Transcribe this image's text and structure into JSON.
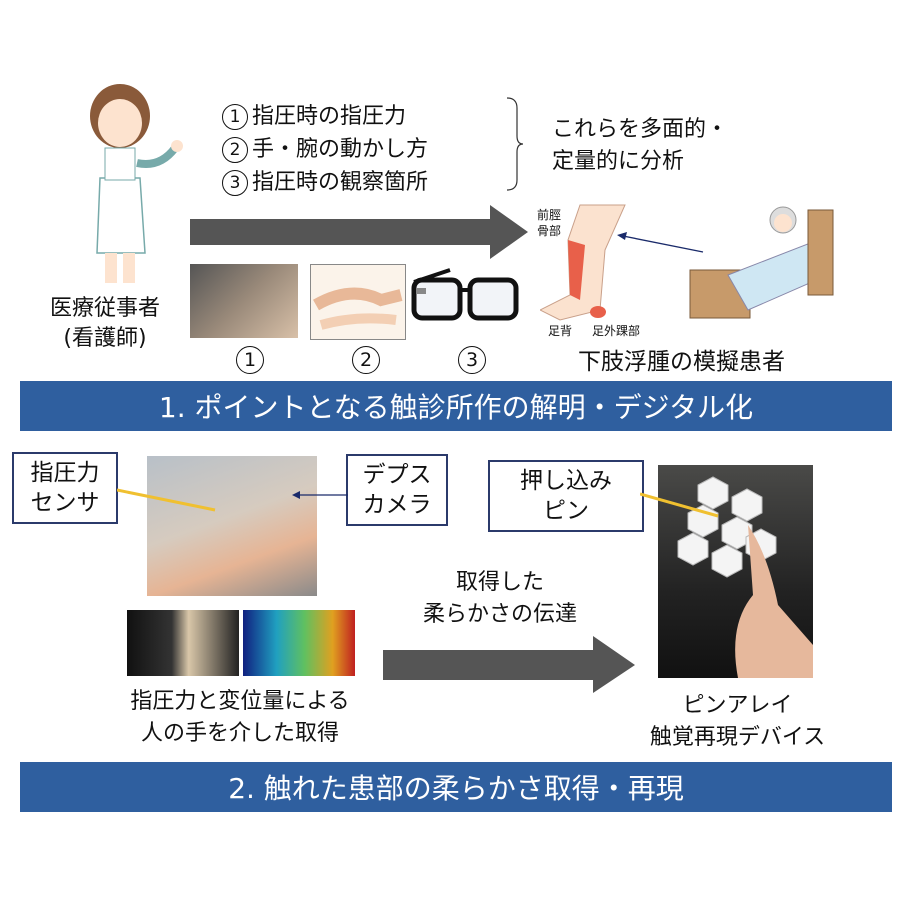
{
  "top": {
    "nurse_label": [
      "医療従事者",
      "(看護師)"
    ],
    "items": [
      {
        "num": "1",
        "text": "指圧時の指圧力"
      },
      {
        "num": "2",
        "text": "手・腕の動かし方"
      },
      {
        "num": "3",
        "text": "指圧時の観察箇所"
      }
    ],
    "analysis": [
      "これらを多面的・",
      "定量的に分析"
    ],
    "photo_nums": [
      "1",
      "2",
      "3"
    ],
    "leg_labels": {
      "shin": [
        "前脛",
        "骨部"
      ],
      "instep": "足背",
      "ankle": "足外踝部"
    },
    "patient_label": "下肢浮腫の模擬患者"
  },
  "banner1": "1. ポイントとなる触診所作の解明・デジタル化",
  "bottom": {
    "sensor_label": [
      "指圧力",
      "センサ"
    ],
    "camera_label": [
      "デプス",
      "カメラ"
    ],
    "acquire_caption": [
      "指圧力と変位量による",
      "人の手を介した取得"
    ],
    "transfer_label": [
      "取得した",
      "柔らかさの伝達"
    ],
    "pin_label": [
      "押し込み",
      "ピン"
    ],
    "device_caption": [
      "ピンアレイ",
      "触覚再現デバイス"
    ]
  },
  "banner2": "2. 触れた患部の柔らかさ取得・再現",
  "colors": {
    "banner": "#2f5f9f",
    "arrow": "#555555"
  }
}
